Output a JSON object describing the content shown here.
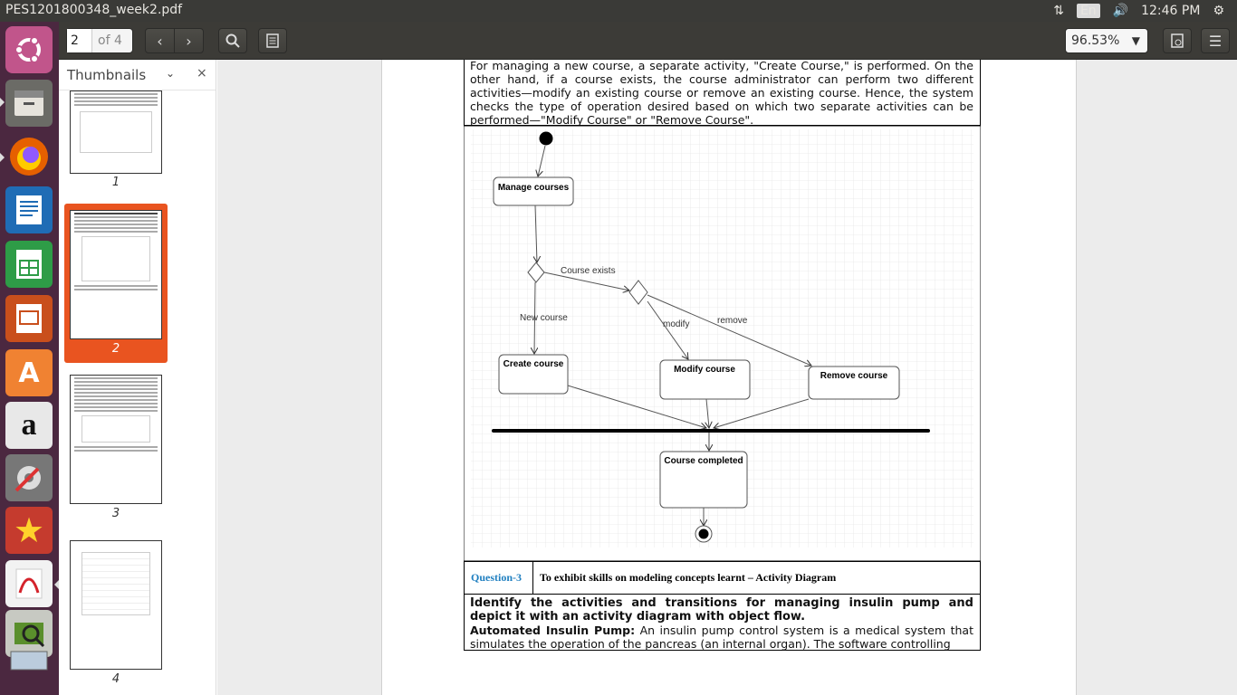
{
  "window": {
    "title": "PES1201800348_week2.pdf",
    "keyboard_layout": "En",
    "clock": "12:46 PM"
  },
  "toolbar": {
    "page_current": "2",
    "page_total": "of 4",
    "zoom": "96.53%"
  },
  "sidebar": {
    "title": "Thumbnails",
    "thumbnails": [
      {
        "label": "1"
      },
      {
        "label": "2",
        "selected": true
      },
      {
        "label": "3"
      },
      {
        "label": "4"
      }
    ]
  },
  "document": {
    "intro_paragraph": "For managing a new course, a separate activity, \"Create Course,\" is performed. On the other hand, if a course exists, the course administrator can perform two different activities—modify an existing course or remove an existing course. Hence, the system checks the type of operation desired based on which two separate activities can be performed—\"Modify Course\" or \"Remove Course\".",
    "diagram": {
      "nodes": {
        "manage": "Manage courses",
        "create": "Create course",
        "modify": "Modify course",
        "remove": "Remove course",
        "completed": "Course completed"
      },
      "edges": {
        "course_exists": "Course exists",
        "new_course": "New course",
        "modify": "modify",
        "remove": "remove"
      }
    },
    "question": {
      "number": "Question-3",
      "title": "To exhibit skills on modeling concepts learnt – Activity Diagram"
    },
    "task_heading": "Identify the activities and transitions for managing insulin pump and depict it with an activity diagram with object flow.",
    "subject_label": "Automated Insulin Pump:",
    "subject_text": " An insulin pump control system is a medical system that simulates the operation of the pancreas (an internal organ). The software controlling"
  },
  "colors": {
    "launcher_bg": "#4b2840",
    "accent": "#e95420",
    "question_blue": "#1f7fc0"
  }
}
